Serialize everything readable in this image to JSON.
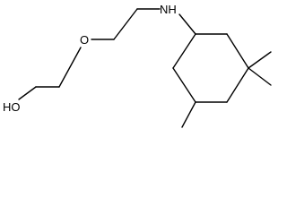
{
  "molecule": {
    "atoms": {
      "hydroxyl": "HO",
      "ether_oxygen": "O",
      "amine": "NH"
    },
    "colors": {
      "bond": "#000000",
      "label": "#000000",
      "background": "#ffffff"
    }
  }
}
